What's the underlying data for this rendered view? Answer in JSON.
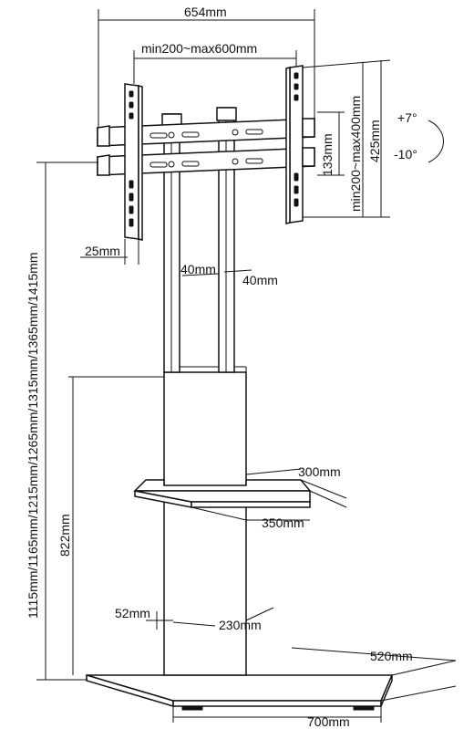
{
  "dimensions": {
    "top_width": "654mm",
    "vesa_width": "min200~max600mm",
    "vesa_height": "min200~max400mm",
    "bracket_height": "133mm",
    "total_bracket_height": "425mm",
    "tilt_up": "+7°",
    "tilt_down": "-10°",
    "bracket_depth": "25mm",
    "pole_left": "40mm",
    "pole_right": "40mm",
    "height_range": "1115mm/1165mm/1215mm/1265mm/1315mm/1365mm/1415mm",
    "column_height": "822mm",
    "shelf_depth": "300mm",
    "shelf_width": "350mm",
    "column_depth": "52mm",
    "column_width": "230mm",
    "base_depth": "520mm",
    "base_width": "700mm"
  }
}
